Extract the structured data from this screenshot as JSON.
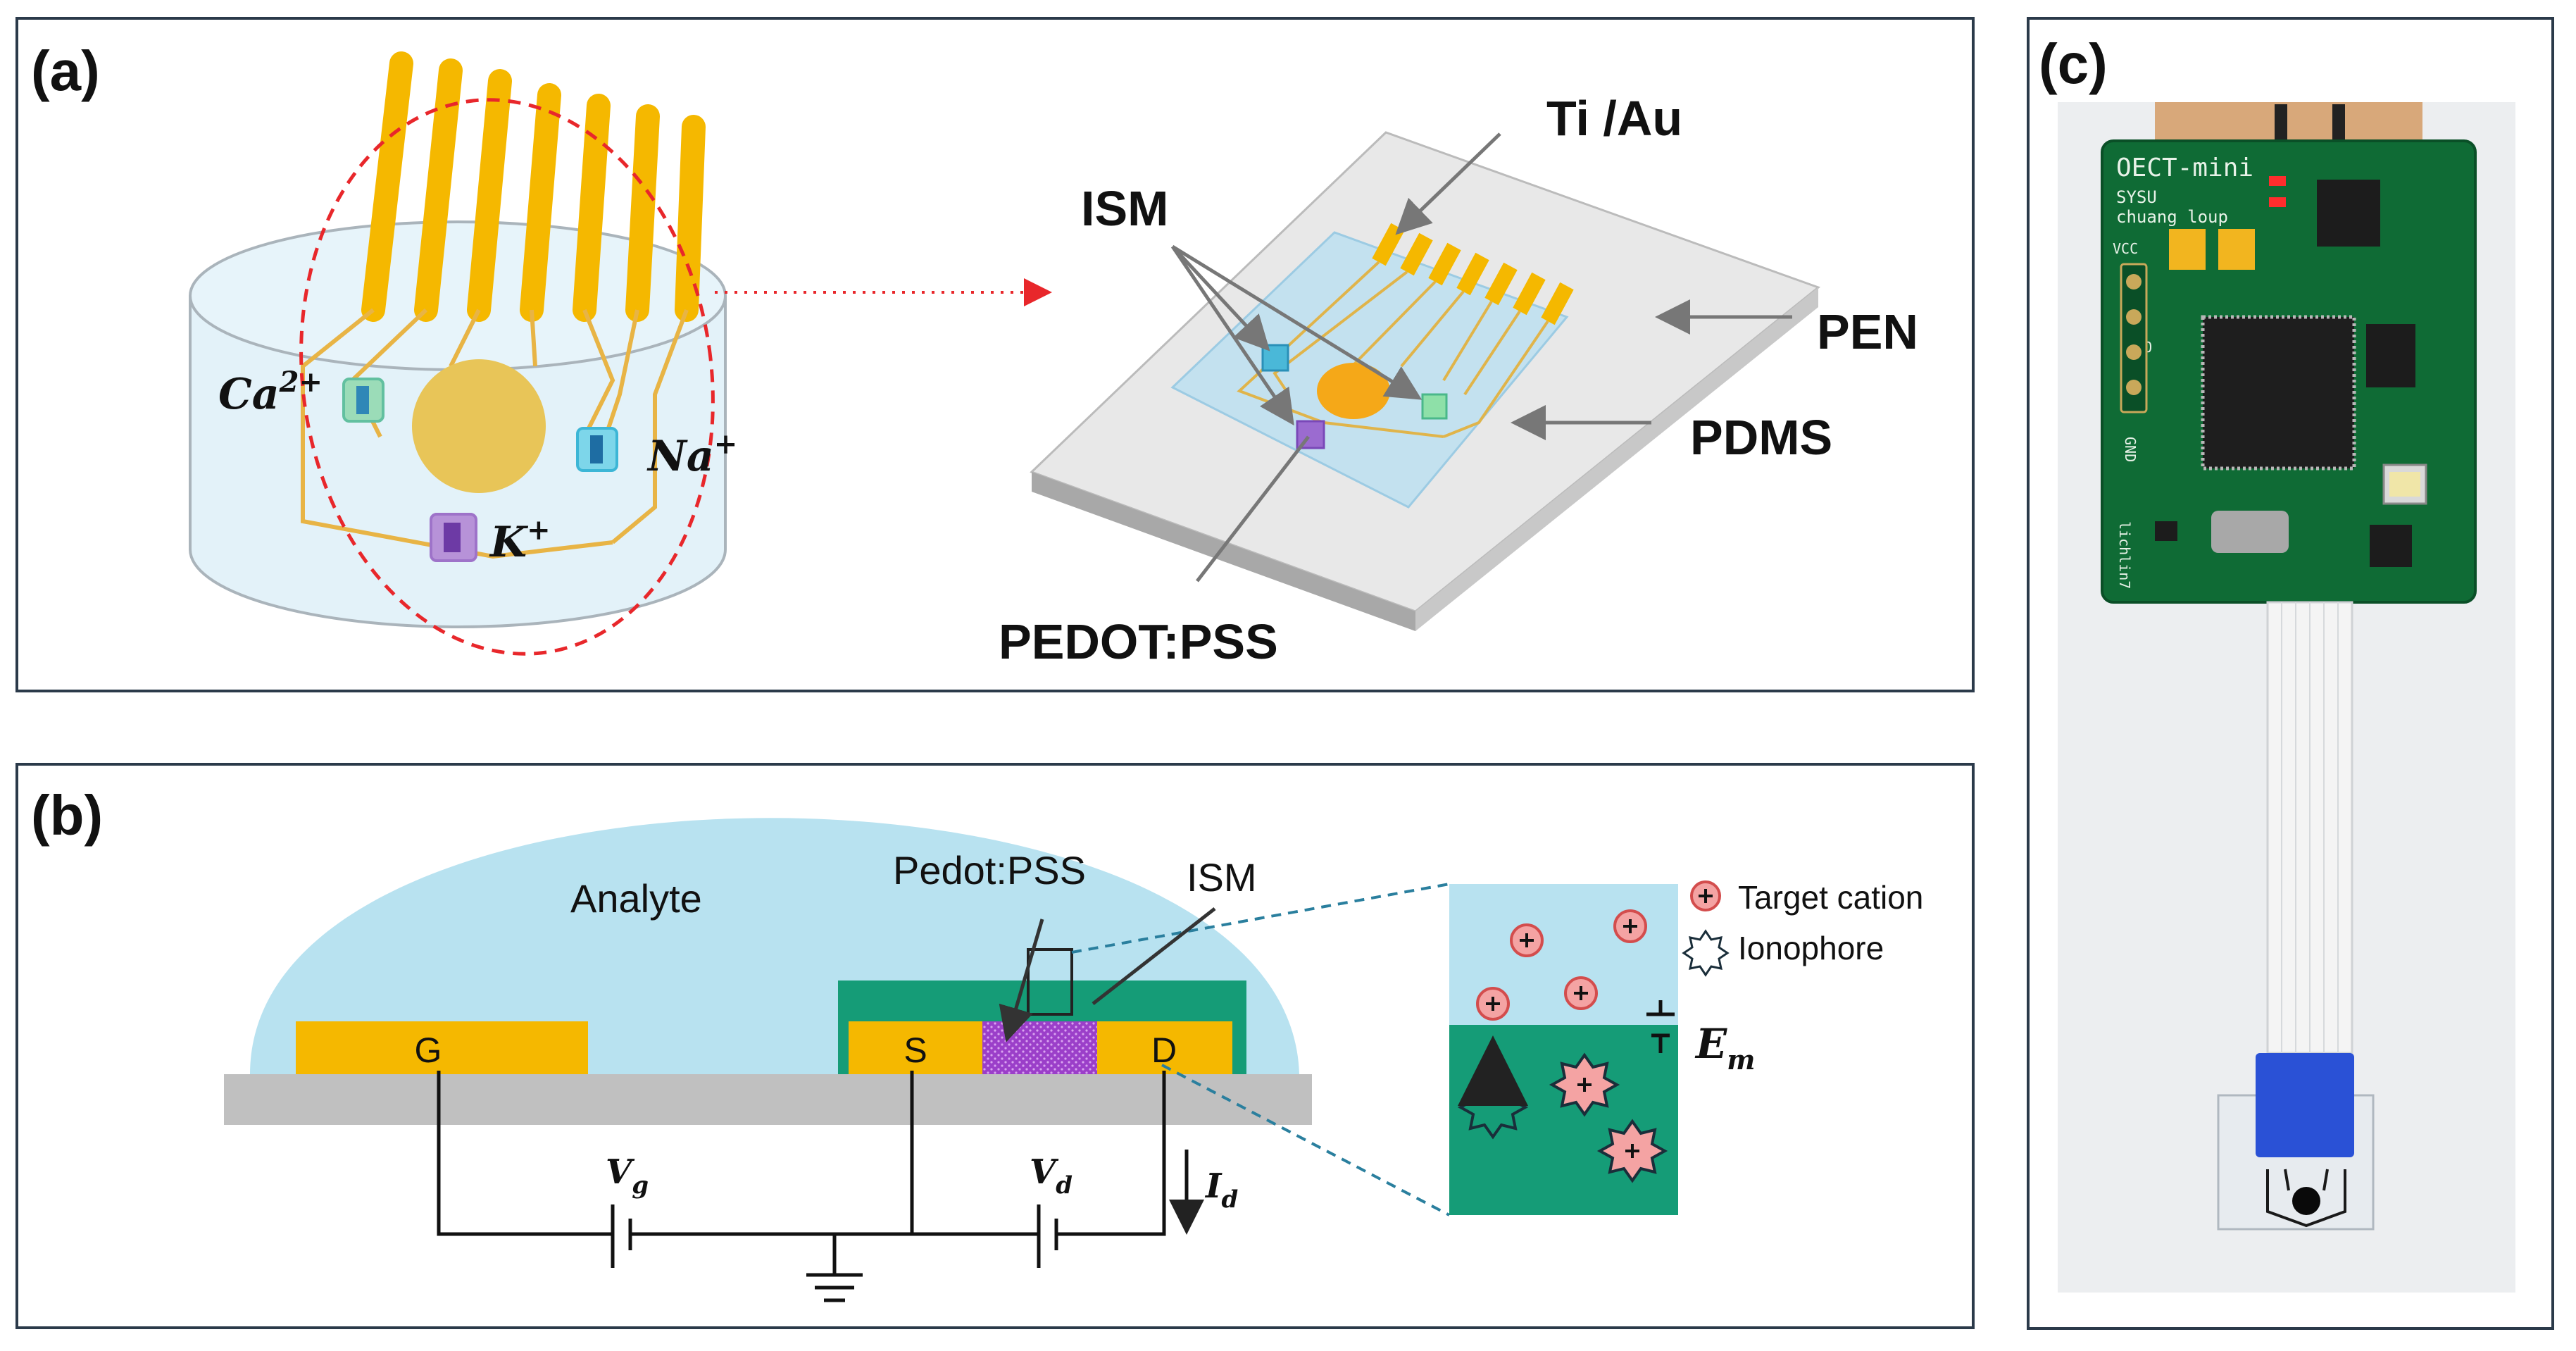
{
  "panels": {
    "a": {
      "panel_label": "(a)",
      "ions": {
        "ca": "Ca",
        "ca_sup": "2+",
        "na": "Na",
        "na_sup": "+",
        "k": "K",
        "k_sup": "+"
      },
      "callouts": {
        "ti_au": "Ti /Au",
        "ism": "ISM",
        "pen": "PEN",
        "pdms": "PDMS",
        "pedot": "PEDOT:PSS"
      }
    },
    "b": {
      "panel_label": "(b)",
      "analyte": "Analyte",
      "pedot": "Pedot:PSS",
      "ism": "ISM",
      "electrodes": {
        "gate": "G",
        "source": "S",
        "drain": "D"
      },
      "vg": "V",
      "vg_sub": "g",
      "vd": "V",
      "vd_sub": "d",
      "id": "I",
      "id_sub": "d",
      "em": "E",
      "em_sub": "m",
      "legend": {
        "target_cation": "Target cation",
        "ionophore": "Ionophore"
      }
    },
    "c": {
      "panel_label": "(c)",
      "board": {
        "title": "OECT-mini",
        "line1": "SYSU",
        "line2": "chuang loup",
        "vcc": "VCC",
        "dio": "DIO",
        "gnd": "GND",
        "side": "lichlin7"
      }
    }
  },
  "colors": {
    "gold": "#f5b800",
    "analyte_blue": "#b8e2f0",
    "membrane_green": "#159c77",
    "pedot_purple": "#9b3fc9",
    "substrate_gray": "#c0c0c0",
    "pcb_green": "#0f6b35",
    "cation_pink": "#f4a3a3",
    "dashed_red": "#e8272b",
    "dashed_teal": "#2a7f9e"
  }
}
